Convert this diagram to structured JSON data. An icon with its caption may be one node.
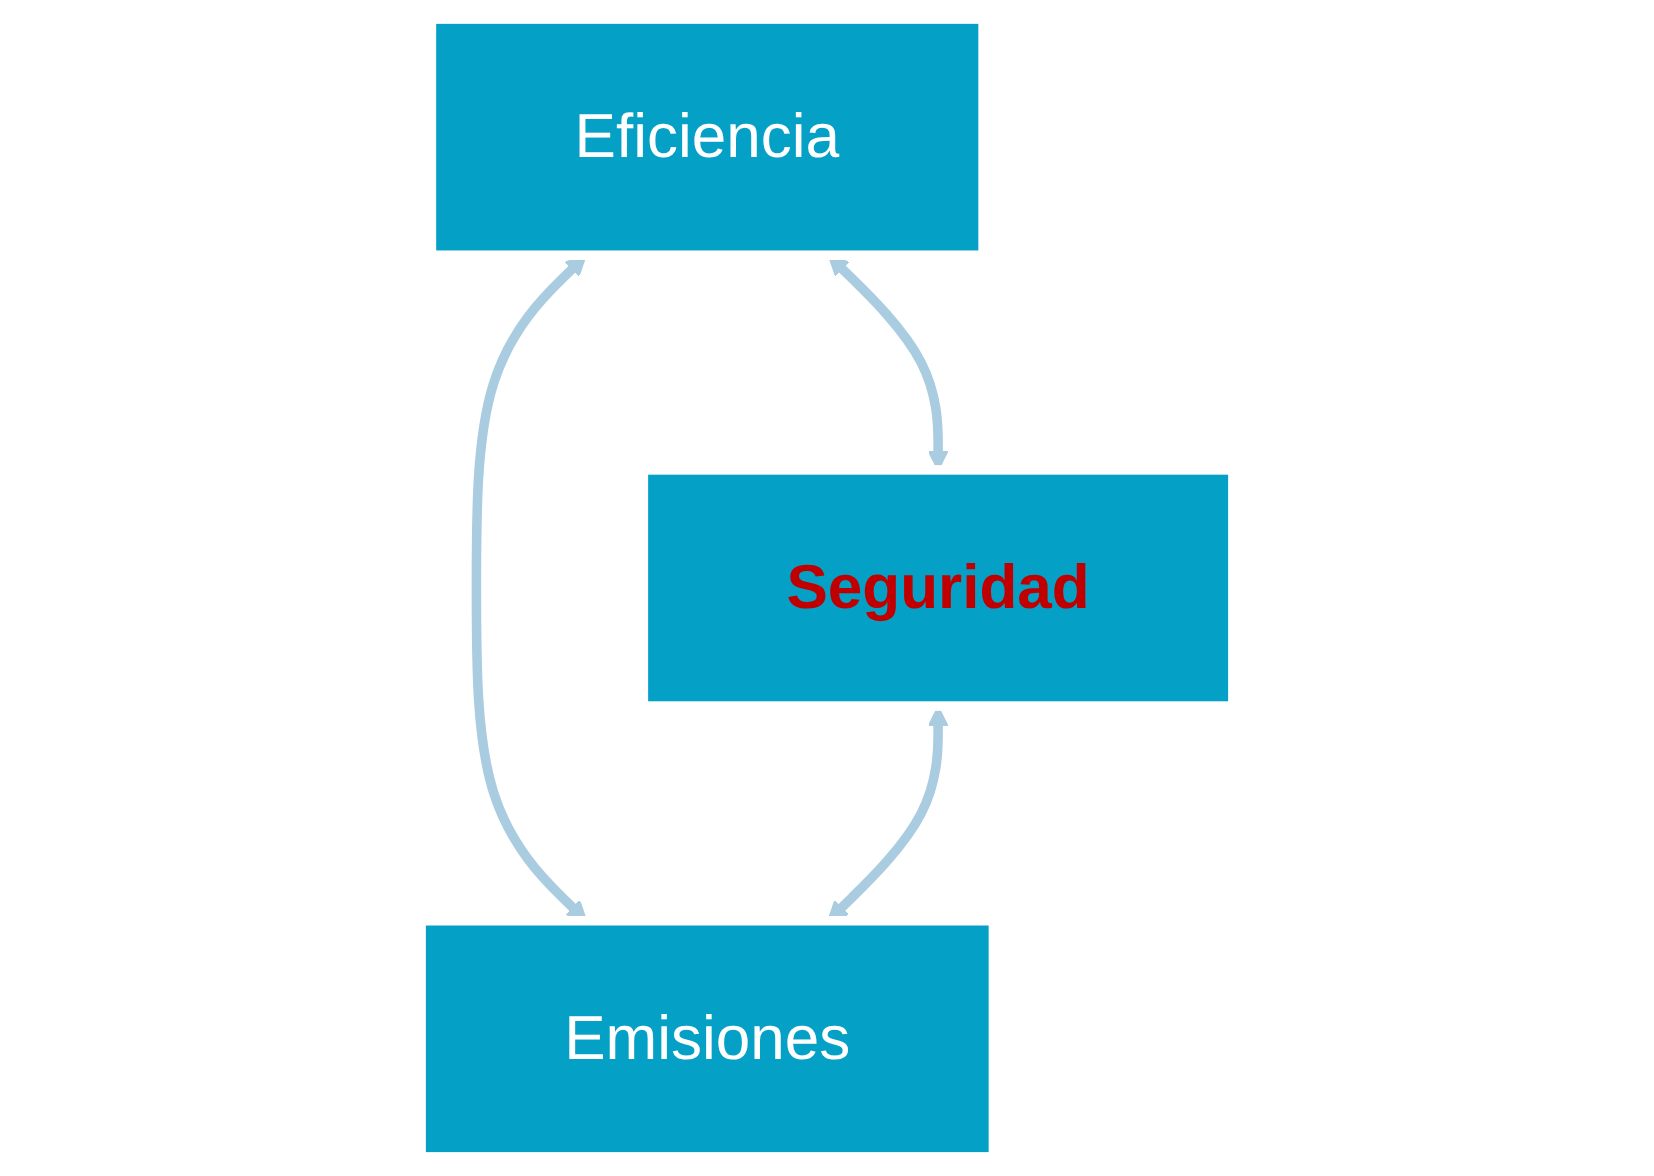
{
  "diagram": {
    "nodes": [
      {
        "text": [
          "Eficiencia"
        ]
      },
      {
        "text": [
          "Seguridad"
        ]
      },
      {
        "text": [
          "Emisiones"
        ]
      }
    ],
    "edges": [
      {
        "from": 0,
        "to": 1,
        "arrow": "both"
      },
      {
        "from": 0,
        "to": 2,
        "arrow": "both"
      },
      {
        "from": 1,
        "to": 2,
        "arrow": "both"
      }
    ]
  }
}
